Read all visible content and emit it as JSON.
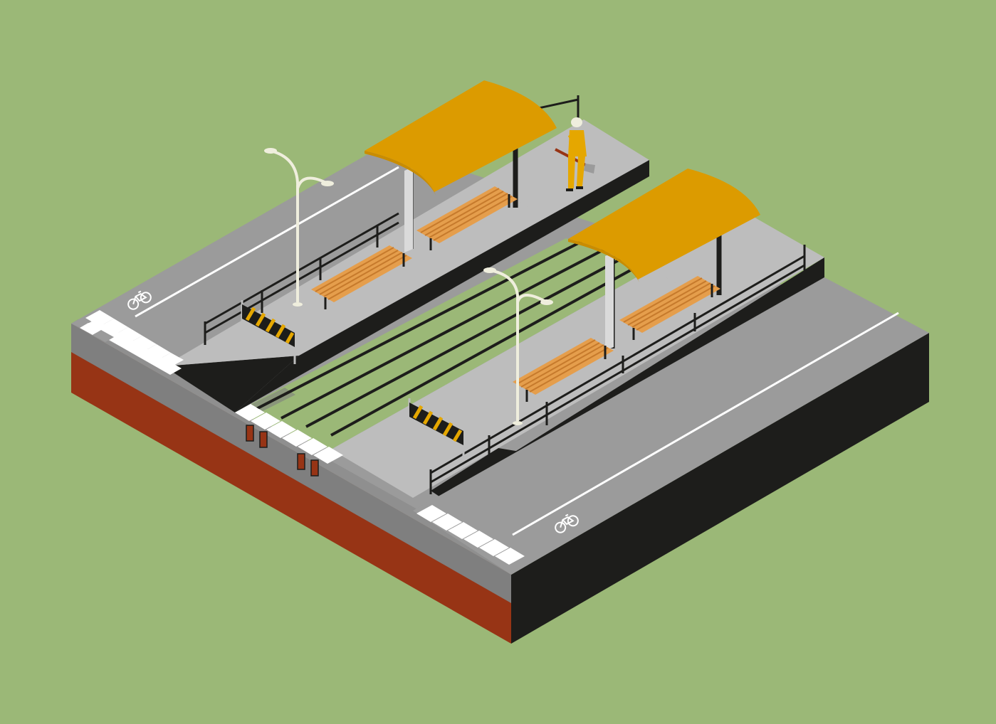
{
  "scene": {
    "background": "#9bb877",
    "palette": {
      "front_face": "#973415",
      "right_face": "#1d1d1b",
      "road": "#9b9b9b",
      "road_edge": "#7f7f7f",
      "platform": "#bdbdbd",
      "platform_side": "#1d1d1b",
      "grass_gap": "#9bb877",
      "canopy": "#dc9b00",
      "canopy_edge": "#c98c00",
      "bench_slat": "#e59e4c",
      "bench_slat_dark": "#c67a2c",
      "lamp": "#efeedd",
      "barrier_stripe": "#e5a700",
      "worker_uniform": "#e5a700",
      "markings": "#ffffff"
    },
    "elements": {
      "tile": "isometric-tile",
      "roads": [
        "road-left",
        "road-right"
      ],
      "platforms": [
        "platform-back",
        "platform-front"
      ],
      "shelters": 2,
      "benches": 4,
      "street_lamps": 2,
      "barriers": 2,
      "crosswalks": 3,
      "bike_lane_symbols": 2,
      "ticket_gates": 4,
      "worker": "track-worker-with-shovel"
    }
  }
}
